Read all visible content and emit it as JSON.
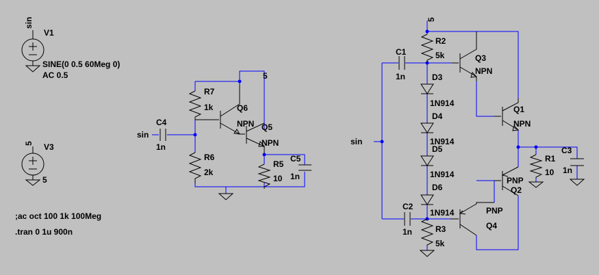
{
  "components": {
    "v1": {
      "name": "V1",
      "source_type": "sin",
      "value": "SINE(0 0.5 60Meg 0)",
      "ac": "AC 0.5"
    },
    "v3": {
      "name": "V3",
      "source_type": "5",
      "value": "5"
    },
    "r7": {
      "name": "R7",
      "value": "1k"
    },
    "r6": {
      "name": "R6",
      "value": "2k"
    },
    "r5": {
      "name": "R5",
      "value": "10"
    },
    "c4": {
      "name": "C4",
      "value": "1n"
    },
    "c5": {
      "name": "C5",
      "value": "1n"
    },
    "q6": {
      "name": "Q6",
      "model": "NPN"
    },
    "q5": {
      "name": "Q5",
      "model": "NPN"
    },
    "r2": {
      "name": "R2",
      "value": "5k"
    },
    "r3": {
      "name": "R3",
      "value": "5k"
    },
    "r1": {
      "name": "R1",
      "value": "10"
    },
    "c1": {
      "name": "C1",
      "value": "1n"
    },
    "c2": {
      "name": "C2",
      "value": "1n"
    },
    "c3": {
      "name": "C3",
      "value": "1n"
    },
    "d3": {
      "name": "D3",
      "model": "1N914"
    },
    "d4": {
      "name": "D4",
      "model": "1N914"
    },
    "d5": {
      "name": "D5",
      "model": "1N914"
    },
    "d6": {
      "name": "D6",
      "model": "1N914"
    },
    "q3": {
      "name": "Q3",
      "model": "NPN"
    },
    "q1": {
      "name": "Q1",
      "model": "NPN"
    },
    "q2": {
      "name": "Q2",
      "model": "PNP"
    },
    "q4": {
      "name": "Q4",
      "model": "PNP"
    }
  },
  "nets": {
    "sin_left": "sin",
    "sin_right": "sin",
    "vcc_left": "5",
    "vcc_right": "5"
  },
  "directives": {
    "ac": ";ac oct 100 1k 100Meg",
    "tran": ".tran 0 1u 900n"
  },
  "colors": {
    "background": "#c0c0c0",
    "wire": "#0000ff",
    "symbol": "#000000"
  }
}
